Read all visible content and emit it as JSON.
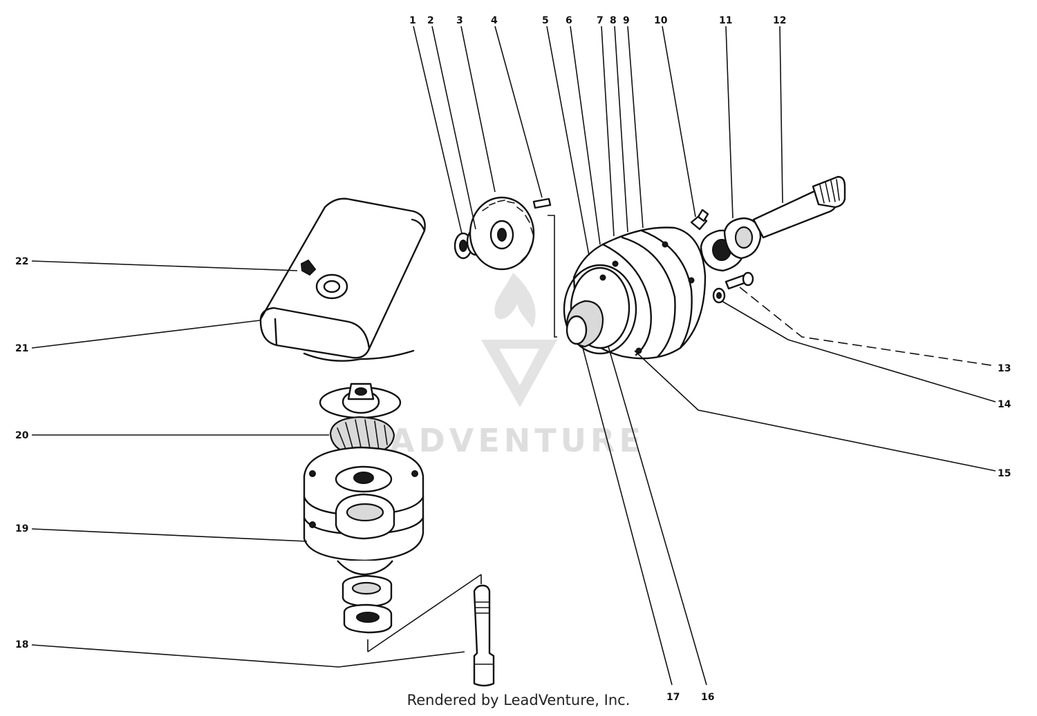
{
  "diagram": {
    "callouts": [
      {
        "id": "1",
        "label": "1"
      },
      {
        "id": "2",
        "label": "2"
      },
      {
        "id": "3",
        "label": "3"
      },
      {
        "id": "4",
        "label": "4"
      },
      {
        "id": "5",
        "label": "5"
      },
      {
        "id": "6",
        "label": "6"
      },
      {
        "id": "7",
        "label": "7"
      },
      {
        "id": "8",
        "label": "8"
      },
      {
        "id": "9",
        "label": "9"
      },
      {
        "id": "10",
        "label": "10"
      },
      {
        "id": "11",
        "label": "11"
      },
      {
        "id": "12",
        "label": "12"
      },
      {
        "id": "13",
        "label": "13"
      },
      {
        "id": "14",
        "label": "14"
      },
      {
        "id": "15",
        "label": "15"
      },
      {
        "id": "16",
        "label": "16"
      },
      {
        "id": "17",
        "label": "17"
      },
      {
        "id": "18",
        "label": "18"
      },
      {
        "id": "19",
        "label": "19"
      },
      {
        "id": "20",
        "label": "20"
      },
      {
        "id": "21",
        "label": "21"
      },
      {
        "id": "22",
        "label": "22"
      }
    ],
    "watermark_text": "ADVENTURE",
    "credit": "Rendered by LeadVenture, Inc."
  }
}
